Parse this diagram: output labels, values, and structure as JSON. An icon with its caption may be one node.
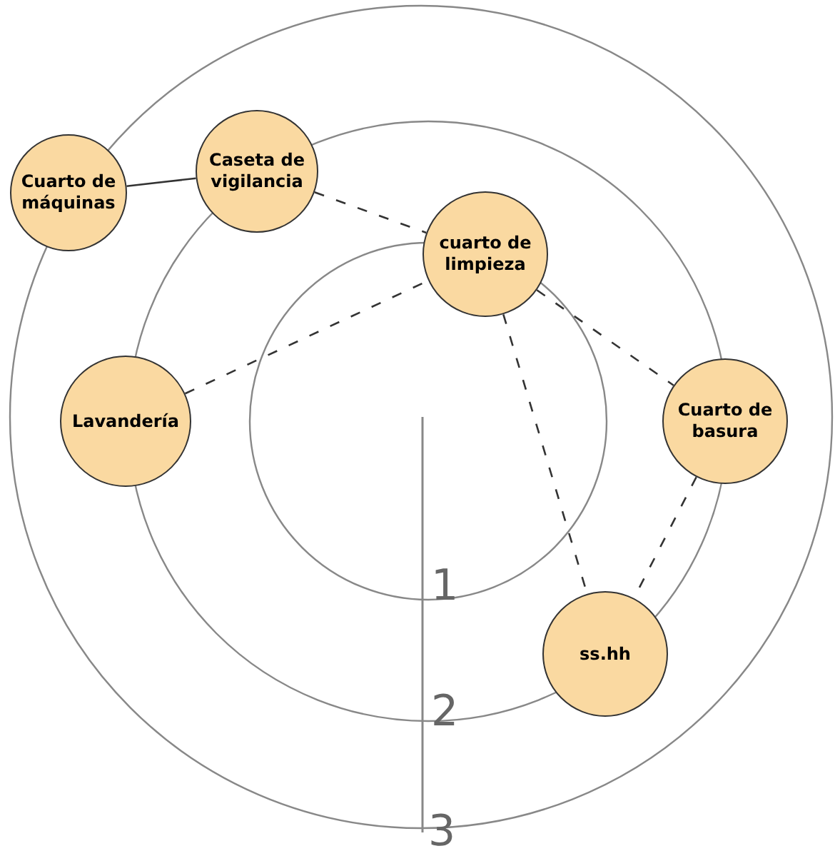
{
  "diagram": {
    "nodes": [
      {
        "text": [
          "Cuarto de máquinas"
        ]
      },
      {
        "text": [
          "Caseta de vigilancia"
        ]
      },
      {
        "text": [
          "cuarto de limpieza"
        ]
      },
      {
        "text": [
          "Lavandería"
        ]
      },
      {
        "text": [
          "Cuarto de basura"
        ]
      },
      {
        "text": [
          "ss.hh"
        ]
      }
    ],
    "edges": [
      {
        "from": 0,
        "to": 1,
        "arrow": "none"
      },
      {
        "from": 1,
        "to": 2,
        "arrow": "none",
        "style": "dashed"
      },
      {
        "from": 2,
        "to": 4,
        "arrow": "none",
        "style": "dashed"
      },
      {
        "from": 3,
        "to": 2,
        "arrow": "none",
        "style": "dashed"
      },
      {
        "from": 2,
        "to": 5,
        "arrow": "none",
        "style": "dashed"
      },
      {
        "from": 4,
        "to": 5,
        "arrow": "none",
        "style": "dashed"
      }
    ],
    "labels": [
      "1",
      "2",
      "3"
    ]
  }
}
